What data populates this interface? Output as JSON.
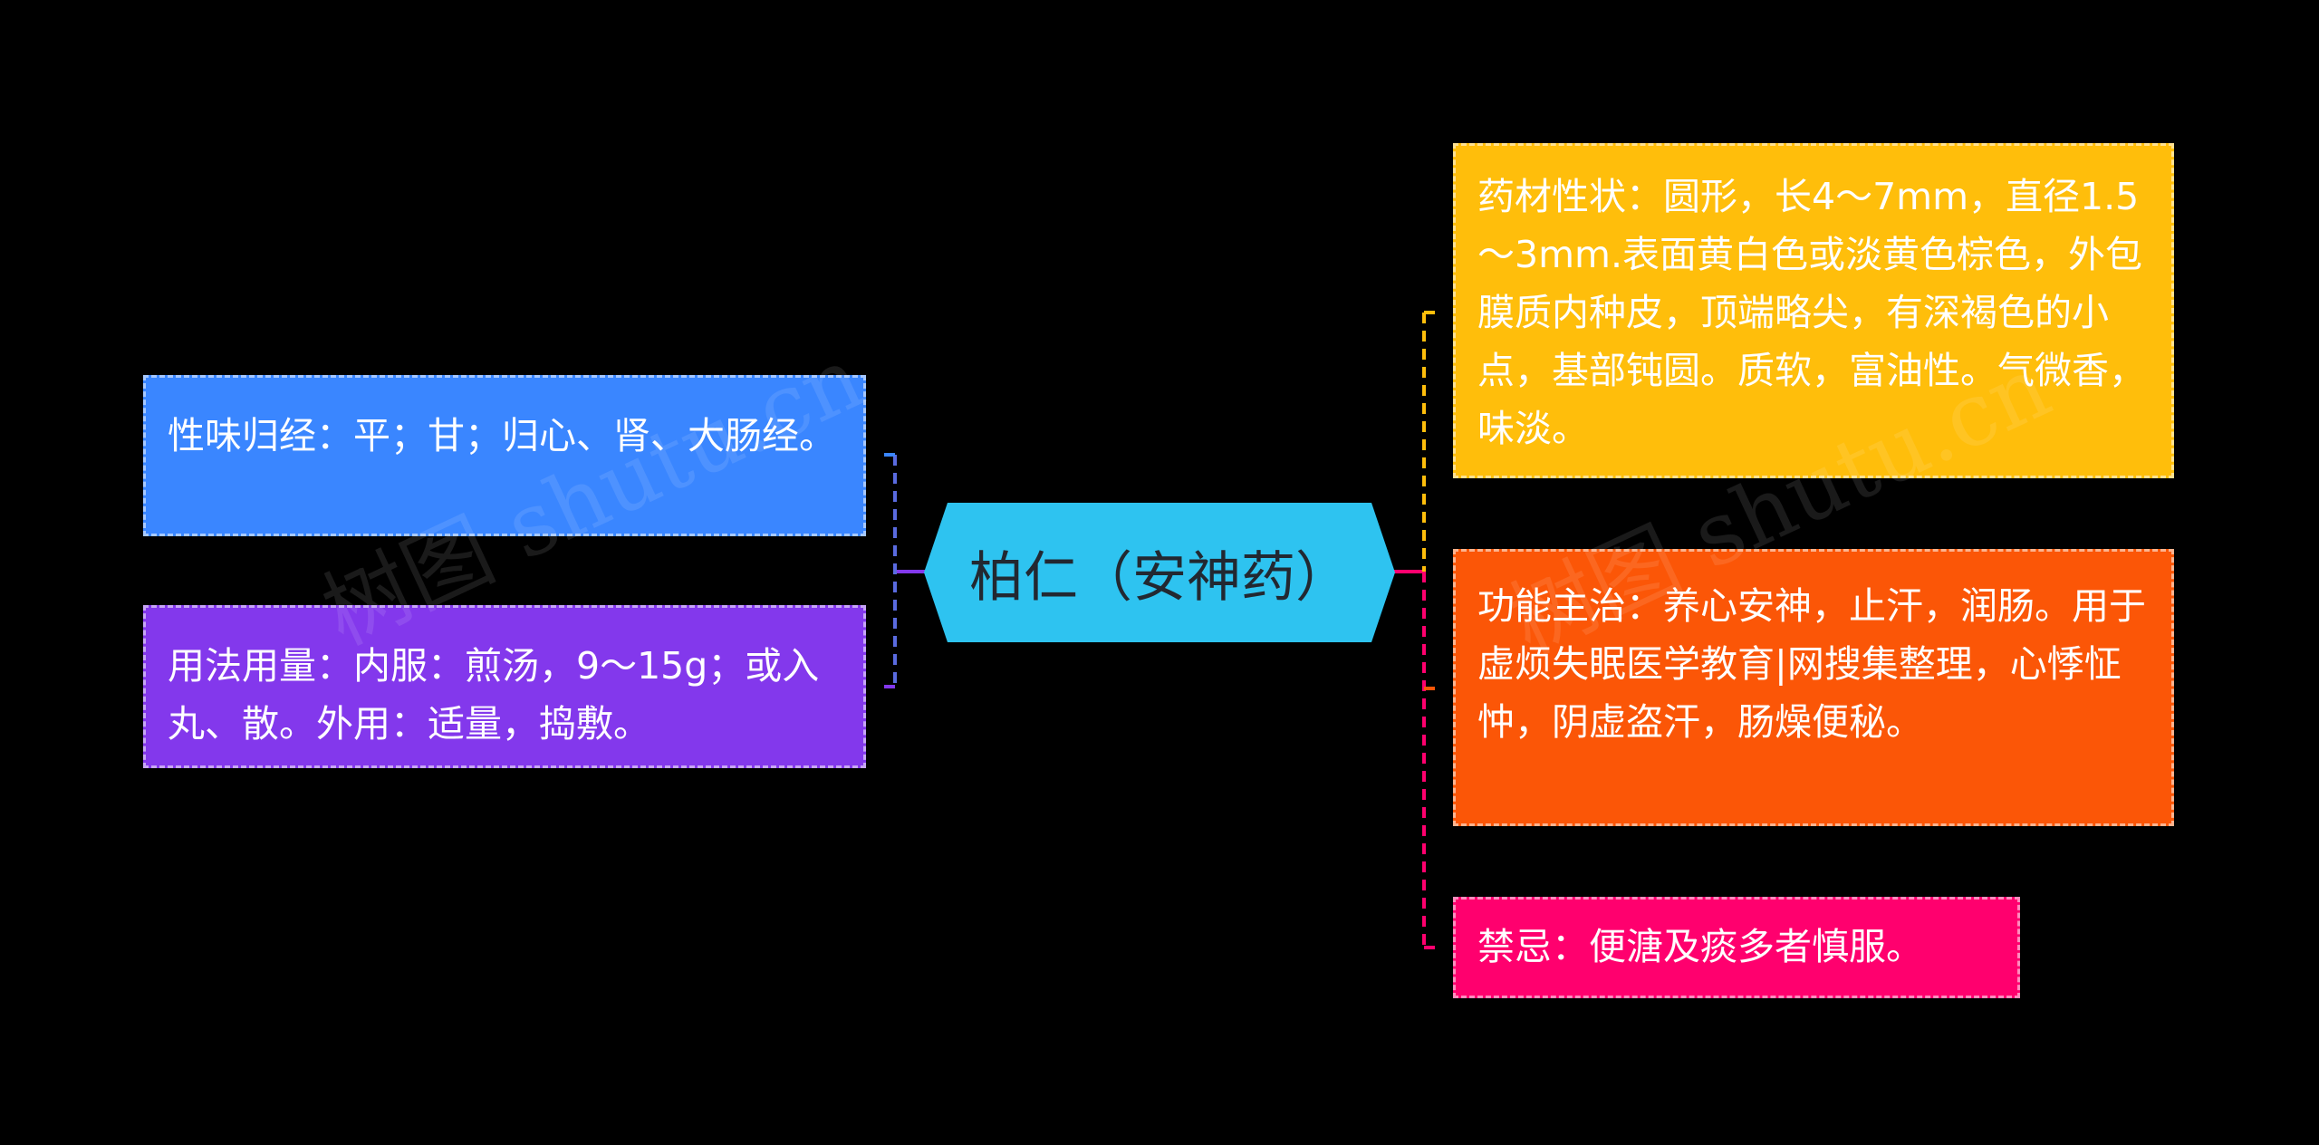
{
  "center": {
    "label": "柏仁（安神药）",
    "color": "#2ec3f0"
  },
  "left_nodes": [
    {
      "text": "性味归经：平；甘；归心、肾、大肠经。",
      "color": "#3a86ff"
    },
    {
      "text": "用法用量：内服：煎汤，9～15g；或入丸、散。外用：适量，捣敷。",
      "color": "#8338ec"
    }
  ],
  "right_nodes": [
    {
      "text": "药材性状：圆形，长4～7mm，直径1.5～3mm.表面黄白色或淡黄色棕色，外包膜质内种皮，顶端略尖，有深褐色的小点，基部钝圆。质软，富油性。气微香，味淡。",
      "color": "#ffbe0b"
    },
    {
      "text": "功能主治：养心安神，止汗，润肠。用于虚烦失眠医学教育|网搜集整理，心悸怔忡，阴虚盗汗，肠燥便秘。",
      "color": "#fb5607"
    },
    {
      "text": "禁忌：便溏及痰多者慎服。",
      "color": "#ff006e"
    }
  ],
  "watermark": "树图 shutu.cn"
}
